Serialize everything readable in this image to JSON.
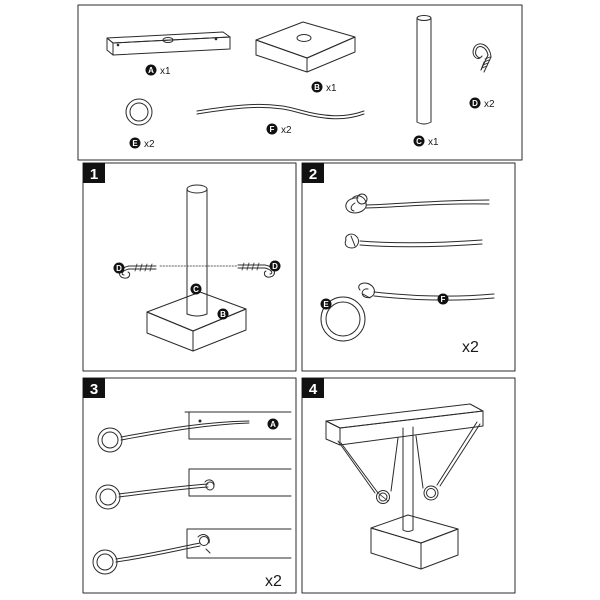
{
  "parts": {
    "a": {
      "badge": "A",
      "qty": "x1"
    },
    "b": {
      "badge": "B",
      "qty": "x1"
    },
    "c": {
      "badge": "C",
      "qty": "x1"
    },
    "d": {
      "badge": "D",
      "qty": "x2"
    },
    "e": {
      "badge": "E",
      "qty": "x2"
    },
    "f": {
      "badge": "F",
      "qty": "x2"
    }
  },
  "steps": [
    {
      "number": "1"
    },
    {
      "number": "2",
      "multiplier": "x2"
    },
    {
      "number": "3",
      "multiplier": "x2"
    },
    {
      "number": "4"
    }
  ],
  "colors": {
    "line": "#2b2b2b",
    "badge": "#111111",
    "wood": "#ffffff"
  }
}
